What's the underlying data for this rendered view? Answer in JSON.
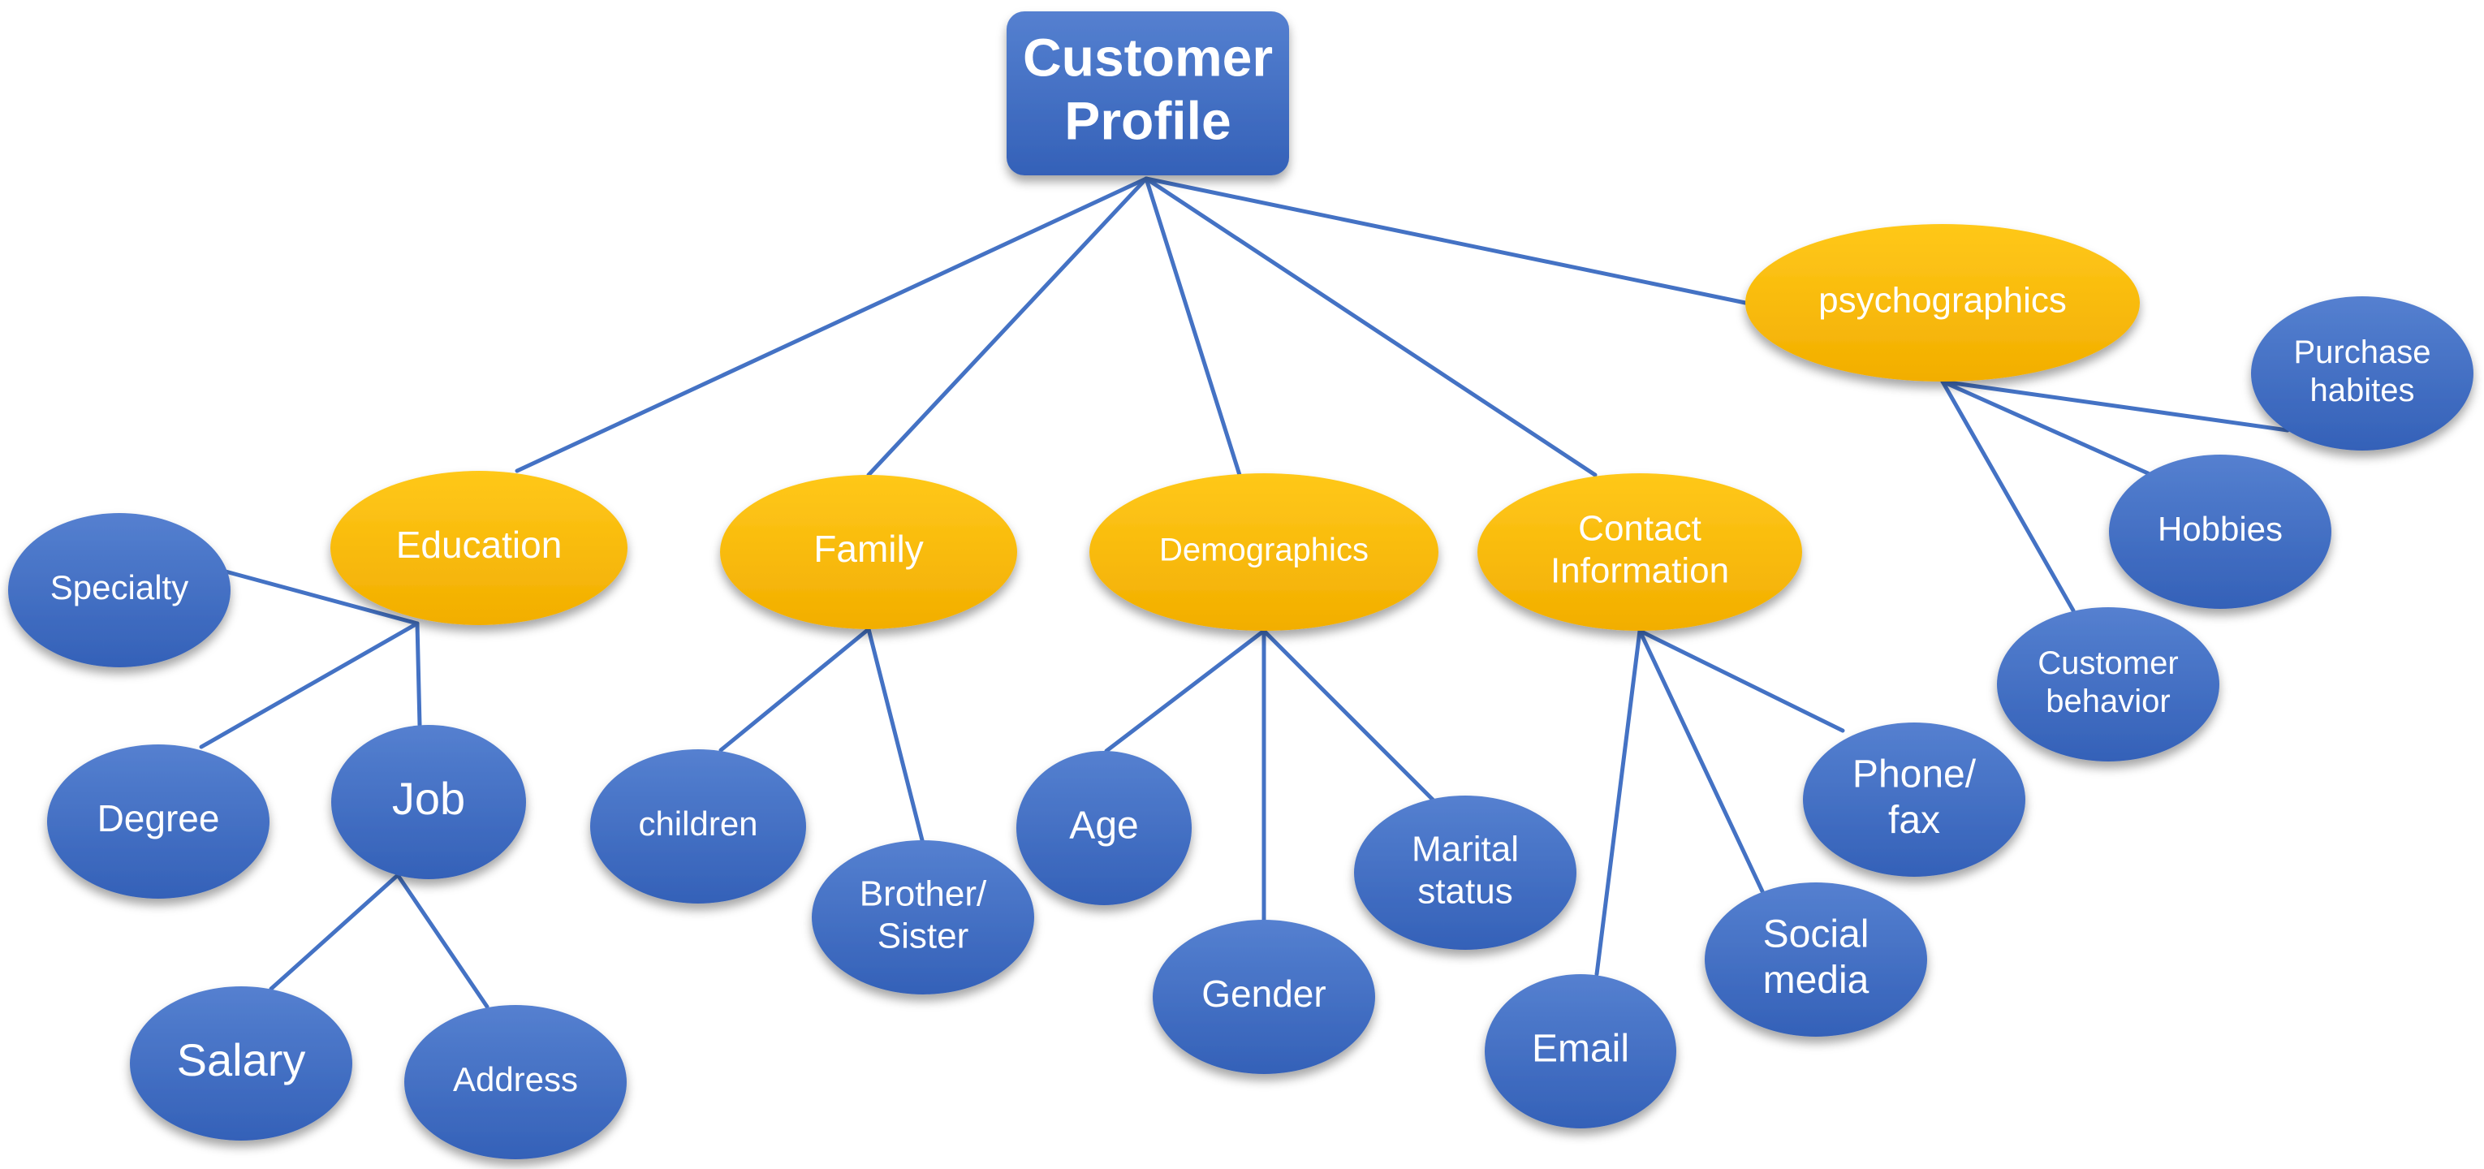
{
  "colors": {
    "blue_fill": "#4472c4",
    "blue_dark": "#2f5ab5",
    "gold_fill": "#ffc000",
    "gold_dark": "#f0a800",
    "edge": "#4472c4"
  },
  "root": {
    "id": "customer-profile",
    "lines": [
      "Customer",
      "Profile"
    ]
  },
  "categories": [
    {
      "id": "education",
      "lines": [
        "Education"
      ],
      "children": [
        {
          "id": "specialty",
          "lines": [
            "Specialty"
          ]
        },
        {
          "id": "degree",
          "lines": [
            "Degree"
          ]
        },
        {
          "id": "job",
          "lines": [
            "Job"
          ],
          "children": [
            {
              "id": "salary",
              "lines": [
                "Salary"
              ]
            },
            {
              "id": "address",
              "lines": [
                "Address"
              ]
            }
          ]
        }
      ]
    },
    {
      "id": "family",
      "lines": [
        "Family"
      ],
      "children": [
        {
          "id": "children",
          "lines": [
            "children"
          ]
        },
        {
          "id": "brother-sister",
          "lines": [
            "Brother/",
            "Sister"
          ]
        }
      ]
    },
    {
      "id": "demographics",
      "lines": [
        "Demographics"
      ],
      "children": [
        {
          "id": "age",
          "lines": [
            "Age"
          ]
        },
        {
          "id": "gender",
          "lines": [
            "Gender"
          ]
        },
        {
          "id": "marital-status",
          "lines": [
            "Marital",
            "status"
          ]
        }
      ]
    },
    {
      "id": "contact-information",
      "lines": [
        "Contact",
        "Information"
      ],
      "children": [
        {
          "id": "email",
          "lines": [
            "Email"
          ]
        },
        {
          "id": "social-media",
          "lines": [
            "Social",
            "media"
          ]
        },
        {
          "id": "phone-fax",
          "lines": [
            "Phone/",
            "fax"
          ]
        }
      ]
    },
    {
      "id": "psychographics",
      "lines": [
        "psychographics"
      ],
      "children": [
        {
          "id": "customer-behavior",
          "lines": [
            "Customer",
            "behavior"
          ]
        },
        {
          "id": "hobbies",
          "lines": [
            "Hobbies"
          ]
        },
        {
          "id": "purchase-habites",
          "lines": [
            "Purchase",
            "habites"
          ]
        }
      ]
    }
  ]
}
